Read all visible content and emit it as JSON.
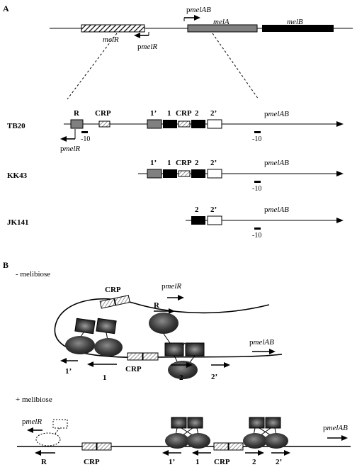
{
  "panelA": {
    "label": "A",
    "top": {
      "pmelAB_italic": "melAB",
      "melA": "melA",
      "melB": "melB",
      "melR": "melR",
      "pmelR_italic": "melR"
    },
    "p_prefix": "p",
    "tb20": {
      "name": "TB20",
      "R": "R",
      "CRP": "CRP",
      "site1p": "1’",
      "site1": "1",
      "crp2": "CRP",
      "site2": "2",
      "site2p": "2’",
      "pmelAB_italic": "melAB",
      "pmelR_italic": "melR",
      "minus10a": "-10",
      "minus10b": "-10"
    },
    "kk43": {
      "name": "KK43",
      "site1p": "1’",
      "site1": "1",
      "crp": "CRP",
      "site2": "2",
      "site2p": "2’",
      "pmelAB_italic": "melAB",
      "minus10": "-10"
    },
    "jk141": {
      "name": "JK141",
      "site2": "2",
      "site2p": "2’",
      "pmelAB_italic": "melAB",
      "minus10": "-10"
    }
  },
  "panelB": {
    "label": "B",
    "minus": {
      "title": "- melibiose",
      "CRP_top": "CRP",
      "R": "R",
      "pmelR_italic": "melR",
      "pmelAB_italic": "melAB",
      "site1p": "1’",
      "site1": "1",
      "CRP_bottom": "CRP",
      "site2": "2",
      "site2p": "2’"
    },
    "plus": {
      "title": "+ melibiose",
      "pmelR_italic": "melR",
      "pmelAB_italic": "melAB",
      "R": "R",
      "CRP_left": "CRP",
      "site1p": "1’",
      "site1": "1",
      "CRP_right": "CRP",
      "site2": "2",
      "site2p": "2’"
    }
  },
  "colors": {
    "grey_box": "#808080",
    "black_box": "#000000",
    "hatch": "#a8a8a8",
    "protein_dark": "#3a3a3a",
    "protein_light": "#9a9a9a"
  }
}
